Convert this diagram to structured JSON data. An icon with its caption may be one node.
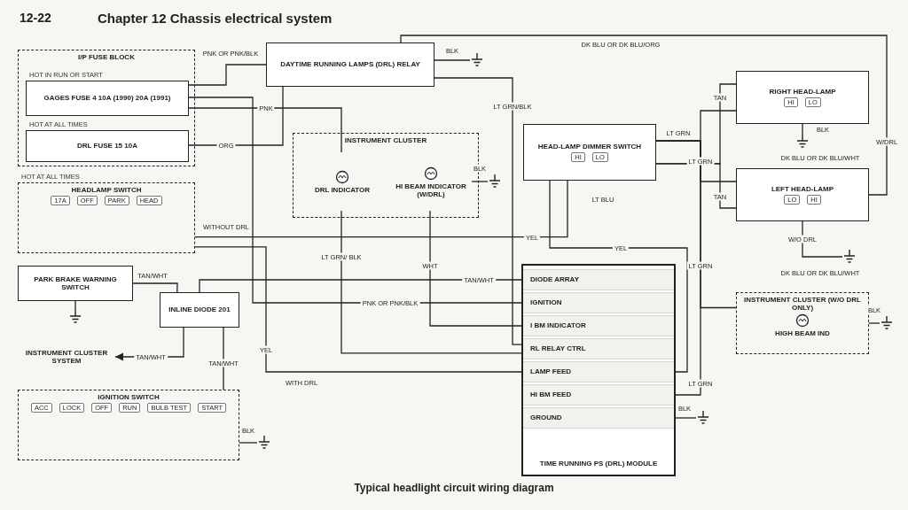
{
  "diagram": {
    "title": "Chapter 12 Chassis electrical system",
    "caption": "Typical headlight circuit wiring diagram",
    "nodes": [
      {
        "text": [
          "I/P FUSE BLOCK"
        ]
      },
      {
        "text": [
          "GAGES FUSE 4 10A (1990) 20A (1991)"
        ],
        "beside": [
          "HOT IN RUN OR START"
        ],
        "in": 0
      },
      {
        "text": [
          "DRL FUSE 15 10A"
        ],
        "beside": [
          "HOT AT ALL TIMES"
        ],
        "in": 0
      },
      {
        "text": [
          "HEADLAMP SWITCH",
          "17A",
          "OFF",
          "PARK",
          "HEAD"
        ],
        "beside": [
          "HOT AT ALL TIMES"
        ]
      },
      {
        "text": [
          "DAYTIME RUNNING LAMPS (DRL) RELAY"
        ]
      },
      {
        "text": [
          "INSTRUMENT CLUSTER"
        ]
      },
      {
        "text": [
          "DRL INDICATOR"
        ],
        "in": 5
      },
      {
        "text": [
          "HI BEAM INDICATOR (W/DRL)"
        ],
        "in": 5
      },
      {
        "text": [
          "PARK BRAKE WARNING SWITCH"
        ]
      },
      {
        "text": [
          "INSTRUMENT CLUSTER SYSTEM"
        ]
      },
      {
        "text": [
          "INLINE DIODE 201"
        ]
      },
      {
        "text": [
          "IGNITION SWITCH",
          "ACC",
          "LOCK",
          "OFF",
          "RUN",
          "BULB TEST",
          "START"
        ]
      },
      {
        "text": [
          "TIME RUNNING PS (DRL) MODULE"
        ]
      },
      {
        "text": [
          "DIODE ARRAY"
        ],
        "in": 12
      },
      {
        "text": [
          "IGNITION"
        ],
        "in": 12
      },
      {
        "text": [
          "I BM INDICATOR"
        ],
        "in": 12
      },
      {
        "text": [
          "RL RELAY CTRL"
        ],
        "in": 12
      },
      {
        "text": [
          "LAMP FEED"
        ],
        "in": 12
      },
      {
        "text": [
          "HI BM FEED"
        ],
        "in": 12
      },
      {
        "text": [
          "GROUND"
        ],
        "in": 12
      },
      {
        "text": [
          "HEAD-LAMP DIMMER SWITCH",
          "HI",
          "LO"
        ]
      },
      {
        "text": [
          "INSTRUMENT CLUSTER (W/O DRL ONLY)",
          "HIGH BEAM IND"
        ]
      },
      {
        "text": [
          "LEFT HEAD-LAMP",
          "LO",
          "HI"
        ]
      },
      {
        "text": [
          "RIGHT HEAD-LAMP",
          "HI",
          "LO"
        ]
      },
      {
        "text": [],
        "shape": "ground"
      },
      {
        "text": [],
        "shape": "ground"
      },
      {
        "text": [],
        "shape": "ground"
      },
      {
        "text": [],
        "shape": "ground"
      },
      {
        "text": [],
        "shape": "ground"
      },
      {
        "text": [],
        "shape": "ground"
      },
      {
        "text": [],
        "shape": "ground"
      },
      {
        "text": [],
        "shape": "ground"
      }
    ],
    "edges": [
      {
        "from": 1,
        "to": 14,
        "arrow": "none",
        "label": "PNK OR PNK/BLK"
      },
      {
        "from": 1,
        "to": 4,
        "arrow": "none",
        "label": "PNK OR PNK/BLK"
      },
      {
        "from": 1,
        "to": 6,
        "arrow": "none",
        "label": "PNK"
      },
      {
        "from": 2,
        "to": 4,
        "arrow": "none",
        "label": "ORG"
      },
      {
        "from": 4,
        "to": 24,
        "arrow": "none",
        "label": "BLK"
      },
      {
        "from": 4,
        "to": 16,
        "arrow": "none",
        "label": "LT GRN/BLK"
      },
      {
        "from": 6,
        "to": 16,
        "arrow": "none",
        "label": "LT GRN/ BLK"
      },
      {
        "from": 7,
        "to": 25,
        "arrow": "none",
        "label": "BLK"
      },
      {
        "from": 7,
        "to": 15,
        "arrow": "none",
        "label": "WHT"
      },
      {
        "from": 3,
        "to": 17,
        "arrow": "none",
        "label": "YEL"
      },
      {
        "from": 17,
        "to": 20,
        "arrow": "none",
        "label": "YEL"
      },
      {
        "from": 3,
        "to": 20,
        "arrow": "none",
        "label": "YEL"
      },
      {
        "from": 20,
        "to": 23,
        "arrow": "none",
        "label": "LT GRN"
      },
      {
        "from": 20,
        "to": 22,
        "arrow": "none",
        "label": "LT GRN"
      },
      {
        "from": 20,
        "to": 21,
        "arrow": "none",
        "label": "LT GRN"
      },
      {
        "from": 20,
        "to": 18,
        "arrow": "none",
        "label": "LT GRN"
      },
      {
        "from": 20,
        "to": 23,
        "arrow": "none",
        "label": "TAN"
      },
      {
        "from": 20,
        "to": 22,
        "arrow": "none",
        "label": "TAN"
      },
      {
        "from": 23,
        "to": 30,
        "arrow": "none",
        "label": "BLK"
      },
      {
        "from": 22,
        "to": 31,
        "arrow": "none",
        "label": "W/O DRL"
      },
      {
        "from": 4,
        "to": 22,
        "arrow": "none",
        "label": "W/DRL"
      },
      {
        "from": 21,
        "to": 29,
        "arrow": "none",
        "label": "BLK"
      },
      {
        "from": 19,
        "to": 28,
        "arrow": "none",
        "label": "BLK"
      },
      {
        "from": 8,
        "to": 26,
        "arrow": "none"
      },
      {
        "from": 8,
        "to": 10,
        "arrow": "none",
        "label": "TAN/WHT"
      },
      {
        "from": 10,
        "to": 13,
        "arrow": "none",
        "label": "TAN/WHT"
      },
      {
        "from": 10,
        "to": 11,
        "arrow": "none",
        "label": "TAN/WHT"
      },
      {
        "from": 10,
        "to": 9,
        "arrow": "to",
        "label": "TAN/WHT"
      },
      {
        "from": 11,
        "to": 27,
        "arrow": "none",
        "label": "BLK"
      }
    ],
    "labels": [
      "12-22",
      "WITH DRL",
      "WITHOUT DRL",
      "LT BLU",
      "DK BLU OR DK BLU/ORG",
      "DK BLU OR DK BLU/WHT",
      "DK BLU OR DK BLU/WHT"
    ]
  }
}
